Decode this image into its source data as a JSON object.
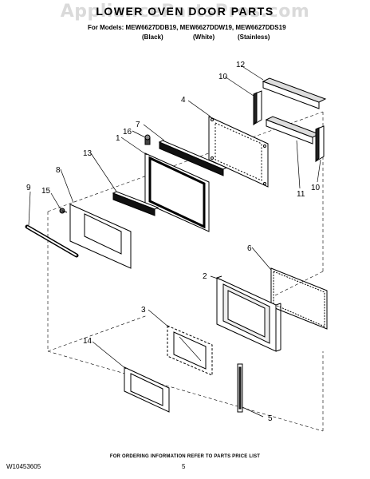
{
  "header": {
    "watermark": "AppliancePartsPros.com",
    "title": "LOWER OVEN DOOR PARTS",
    "models_line": "For Models: MEW6627DDB19, MEW6627DDW19, MEW6627DDS19",
    "color_labels": [
      "(Black)",
      "(White)",
      "(Stainless)"
    ]
  },
  "callouts": [
    "12",
    "10",
    "4",
    "7",
    "16",
    "1",
    "13",
    "8",
    "15",
    "9",
    "11",
    "10",
    "6",
    "2",
    "3",
    "14",
    "5"
  ],
  "footer": {
    "ordering_info": "FOR ORDERING INFORMATION REFER TO PARTS PRICE LIST",
    "doc_number": "W10453605",
    "page_number": "5"
  }
}
